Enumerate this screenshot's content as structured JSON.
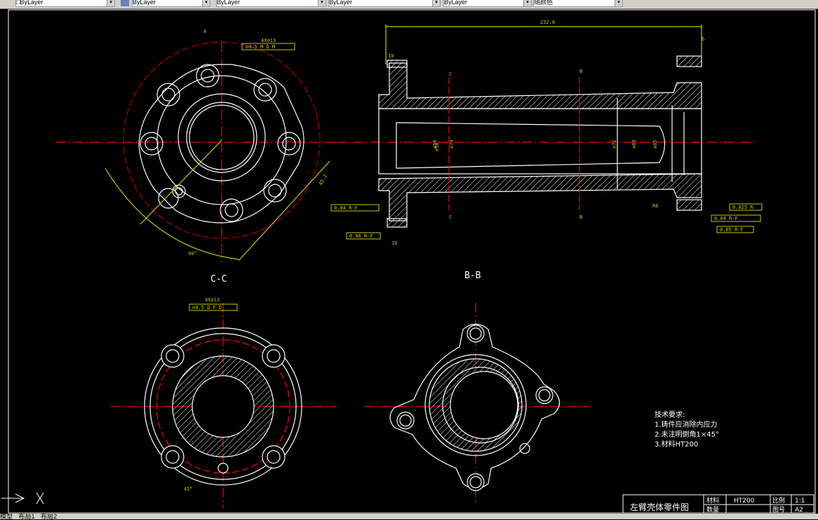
{
  "toolbar": {
    "box1": "□ByLayer",
    "box2": "ByLayer",
    "box3": "ByLayer",
    "box4": "ByLayer",
    "box5": "随颜色"
  },
  "drawing": {
    "view_cc_label": "C-C",
    "view_bb_label": "B-B",
    "section_a": "A",
    "section_c": "C",
    "section_b": "B",
    "hole_callout": "4X∅13",
    "tol_frame_1": "∅0.5 M D M",
    "tol_frame_2": "∅0.5 D F D",
    "dim_overall_length": "232.8",
    "dim_10": "10",
    "dim_16": "16",
    "dim_6": "6",
    "dim_45": "45.2",
    "dim_90": "90°",
    "dim_45deg": "45°",
    "dim_r6": "R6",
    "tol_b1": "0.04 R-F",
    "tol_b2": "0.06 R-F",
    "tol_b3": "0.025 R",
    "tol_b4": "0.04 R-F",
    "tol_b5": "0.05 R-F",
    "dia_labels": [
      "∅56",
      "∅74",
      "∅72",
      "∅80",
      "∅85"
    ],
    "tech_title": "技术要求:",
    "tech_1": "1.铸件应消除内应力",
    "tech_2": "2.未注明倒角1×45°",
    "tech_3": "3.材料HT200"
  },
  "title_block": {
    "name": "左臂壳体零件图",
    "material_label": "材料",
    "material": "HT200",
    "scale_label": "比例",
    "scale": "1:1",
    "drawing_no_label": "图号",
    "sheet_label": "数量",
    "sheet": "A2"
  },
  "tabs": [
    "模型",
    "布局1",
    "布局2"
  ],
  "colors": {
    "background": "#000000",
    "geometry": "#ffffff",
    "centerline": "#ff0000",
    "dimension": "#c8c800",
    "hatch": "#ffffff"
  }
}
